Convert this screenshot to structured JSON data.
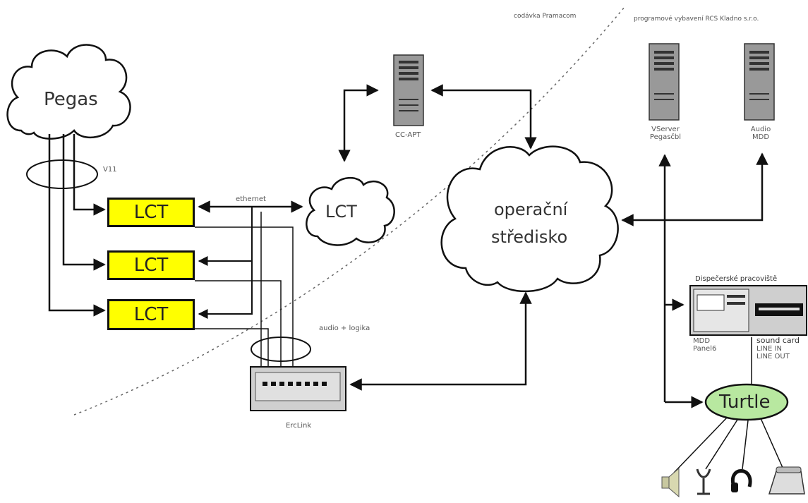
{
  "header": {
    "left_label": "codávka Pramacom",
    "right_label": "programové vybavení RCS Kladno s.r.o."
  },
  "clouds": {
    "pegas": "Pegas",
    "lct": "LCT",
    "operacni_line1": "operační",
    "operacni_line2": "středisko"
  },
  "lct_boxes": [
    "LCT",
    "LCT",
    "LCT"
  ],
  "labels": {
    "v11": "V11",
    "ethernet": "ethernet",
    "audio_logika": "audio + logika",
    "erclink": "ErcLink",
    "cc_apt": "CC-APT",
    "vserver_line1": "VServer",
    "vserver_line2": "Pegasčbl",
    "audio_line1": "Audio",
    "audio_line2": "MDD",
    "dispecerske": "Dispečerské pracoviště",
    "mdd_line1": "MDD",
    "mdd_line2": "Panel6",
    "sound_card": "sound card",
    "line_in": "LINE IN",
    "line_out": "LINE OUT",
    "turtle": "Turtle"
  },
  "colors": {
    "lct_fill": "#ffff00",
    "turtle_fill": "#b8e8a0",
    "line": "#111111"
  },
  "icons": [
    "server-icon",
    "workstation-icon",
    "switch-icon",
    "speaker-icon",
    "microphone-icon",
    "headset-icon",
    "telephone-icon"
  ]
}
